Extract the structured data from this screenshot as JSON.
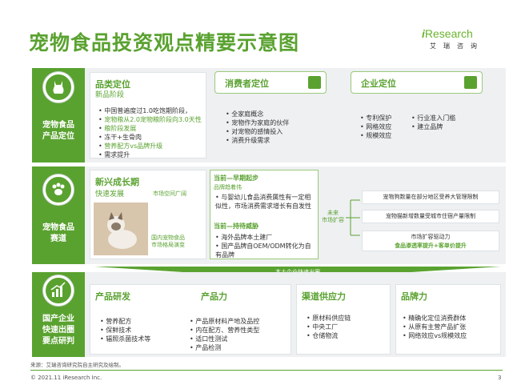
{
  "title": "宠物食品投资观点精要示意图",
  "logo": {
    "en_i": "i",
    "en_rest": "Research",
    "cn": "艾瑞咨询"
  },
  "row1": {
    "side_label": "宠物食品\n产品定位",
    "category": {
      "title": "品类定位",
      "subtitle": "新品阶段",
      "items": [
        "中国普遍度过1.0吃饱期阶段，",
        "宠物粮从2.0宠物粮阶段向3.0天性",
        "粮阶段发展",
        "冻干+生骨肉",
        "营养配方vs品牌升级",
        "需求提升"
      ]
    },
    "consumer": {
      "title": "消费者定位",
      "items": [
        "全家庭概念",
        "宠物作为家庭的伙伴",
        "对宠物的感情投入",
        "消费升级需求"
      ]
    },
    "enterprise": {
      "title": "企业定位",
      "col1": [
        "专利保护",
        "网格效应",
        "规模效应"
      ],
      "col2": [
        "行业准入门槛",
        "建立品牌"
      ]
    }
  },
  "row2": {
    "side_label": "宠物食品\n赛道",
    "emerging": {
      "title": "新兴成长期",
      "subtitle": "快速发展"
    },
    "market_space": "市场空间广阔",
    "domestic": "国内宠物食品\n市场格局演变",
    "current1": {
      "title": "当前—早期起步",
      "sub": "品牌趋着伟",
      "items": [
        "与婴幼儿食品消费属性有一定相似性，市场消费需求增长有自发性"
      ]
    },
    "current2": {
      "title": "当前—持待威胁",
      "items": [
        "海外品牌本土建厂",
        "国产品牌自OEM/ODM转化为自有品牌"
      ]
    },
    "future": "未来\n市场扩容",
    "right_boxes": [
      "宠物狗数量在部分地区受养大管理限制",
      "宠物猫新增数量受城市住宿产量限制",
      "市场扩容驱动力"
    ],
    "drive": "食品渗透率提升+客单价提升"
  },
  "bar_text": "本土企业快速出圈",
  "row3": {
    "side_label": "国产企业\n快速出圈\n要点研判",
    "rd": {
      "title": "产品研发",
      "items": [
        "营养配方",
        "保鲜技术",
        "辐照杀菌技术等"
      ]
    },
    "capacity": {
      "title": "产品力",
      "items": [
        "产品原材料产地及品控",
        "内在配方、营养性类型",
        "适口性测试",
        "产品检测"
      ]
    },
    "supply": {
      "title": "渠道供应力",
      "items": [
        "原材料供应链",
        "中央工厂",
        "仓储物流"
      ]
    },
    "brand": {
      "title": "品牌力",
      "items": [
        "精确化定位消费群体",
        "从原有主营产品扩张",
        "网络效应vs规模效应"
      ]
    }
  },
  "source": "来源：艾瑞咨询研究院自主研究及绘制。",
  "copyright": "© 2021.11 iResearch Inc.",
  "page": "3"
}
